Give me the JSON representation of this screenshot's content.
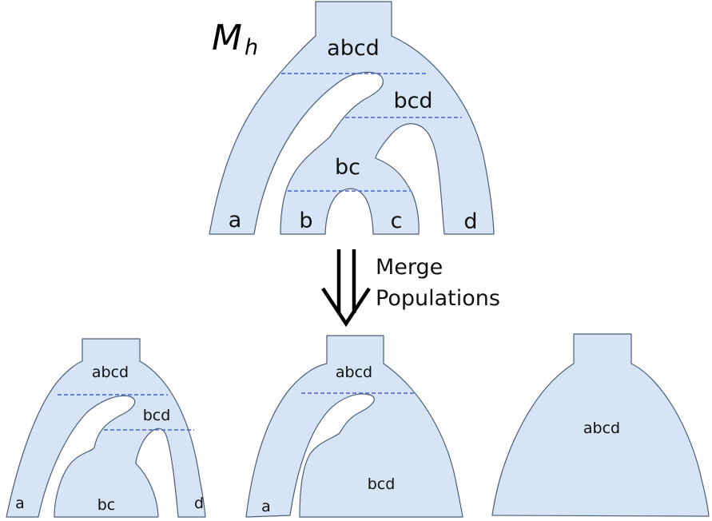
{
  "top_model": {
    "title_main": "M",
    "title_sub": "h",
    "labels": {
      "root": "abcd",
      "bcd": "bcd",
      "bc": "bc",
      "a": "a",
      "b": "b",
      "c": "c",
      "d": "d"
    }
  },
  "arrow": {
    "line1": "Merge",
    "line2": "Populations"
  },
  "bottom_left": {
    "labels": {
      "root": "abcd",
      "bcd": "bcd",
      "bc": "bc",
      "a": "a",
      "d": "d"
    }
  },
  "bottom_middle": {
    "labels": {
      "root": "abcd",
      "bcd": "bcd",
      "a": "a"
    }
  },
  "bottom_right": {
    "labels": {
      "root": "abcd"
    }
  },
  "colors": {
    "population_fill": "#d6e4f5",
    "population_stroke": "#4a5d78",
    "divergence_line": "#4a62cc"
  }
}
